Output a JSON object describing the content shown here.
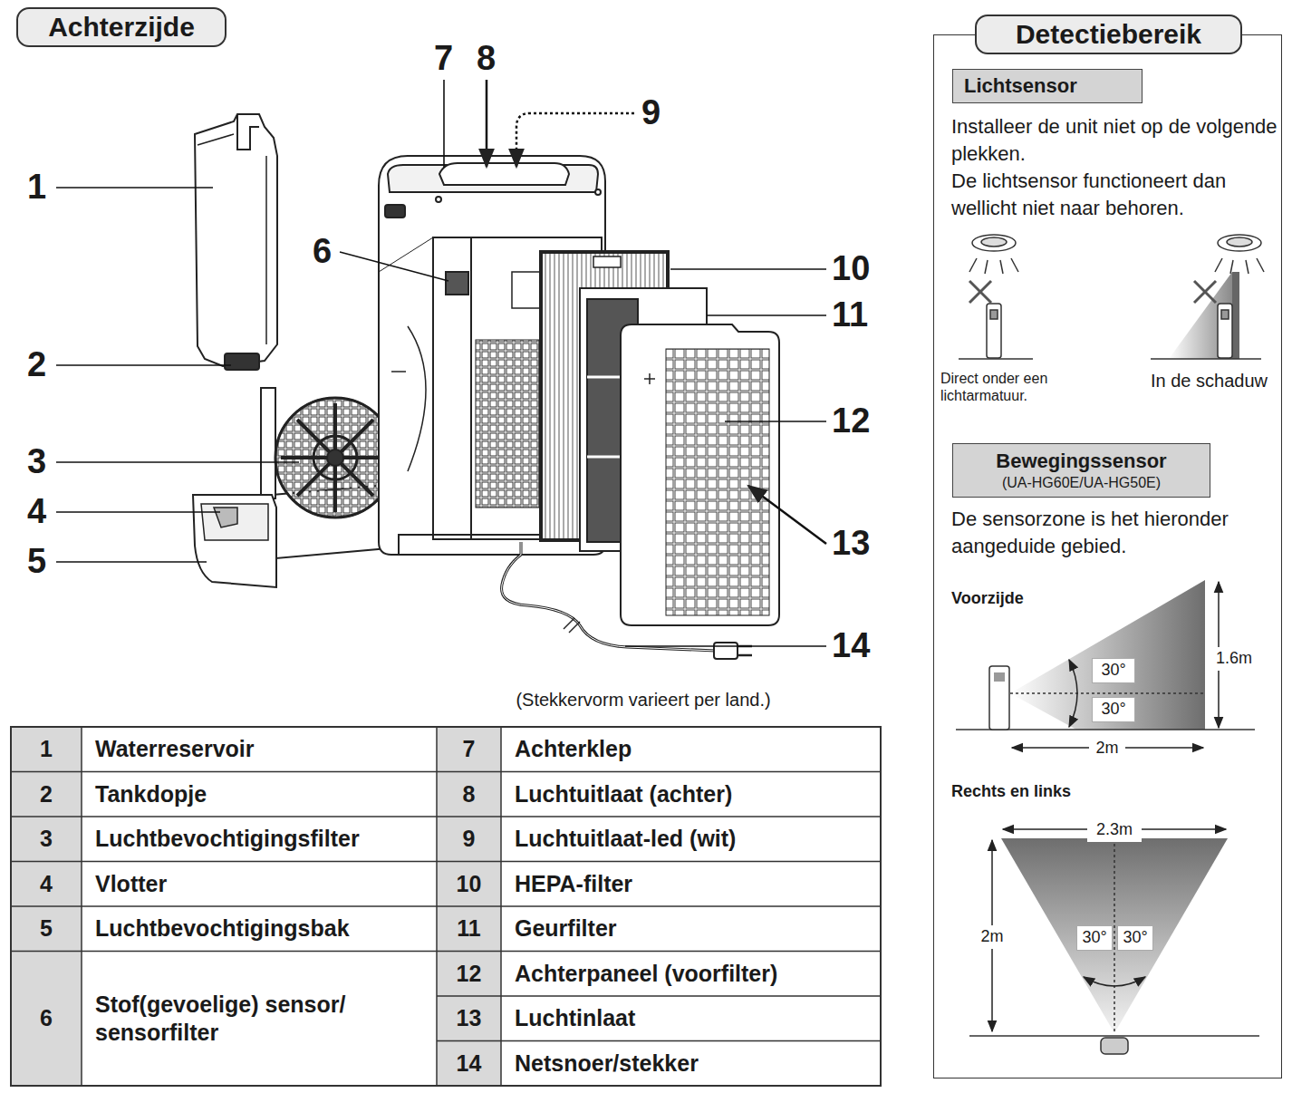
{
  "diagram": {
    "nodes": [
      {
        "text": [
          "Achterzijde"
        ]
      },
      {
        "text": [
          "Detectiebereik"
        ]
      },
      {
        "text": [
          "Lichtsensor"
        ],
        "in": 1
      },
      {
        "text": [
          "Bewegingssensor",
          "(UA-HG60E/UA-HG50E)"
        ],
        "in": 1
      }
    ],
    "labels": [
      "7",
      "8",
      "9",
      "1",
      "6",
      "10",
      "11",
      "2",
      "12",
      "3",
      "4",
      "13",
      "5",
      "14",
      "(Stekkervorm varieert per land.)",
      "1",
      "Waterreservoir",
      "7",
      "Achterklep",
      "2",
      "Tankdopje",
      "8",
      "Luchtuitlaat (achter)",
      "3",
      "Luchtbevochtigingsfilter",
      "9",
      "Luchtuitlaat-led (wit)",
      "4",
      "Vlotter",
      "10",
      "HEPA-filter",
      "5",
      "Luchtbevochtigingsbak",
      "11",
      "Geurfilter",
      "6",
      "Stof(gevoelige) sensor/ sensorfilter",
      "12",
      "Achterpaneel (voorfilter)",
      "13",
      "Luchtinlaat",
      "14",
      "Netsnoer/stekker",
      "Installeer de unit niet op de volgende plekken.",
      "De lichtsensor functioneert dan wellicht niet naar behoren.",
      "Direct onder een lichtarmatuur.",
      "In de schaduw",
      "De sensorzone is het hieronder aangeduide gebied.",
      "Voorzijde",
      "30°",
      "30°",
      "1.6m",
      "2m",
      "Rechts en links",
      "2.3m",
      "2m",
      "30°",
      "30°"
    ]
  }
}
